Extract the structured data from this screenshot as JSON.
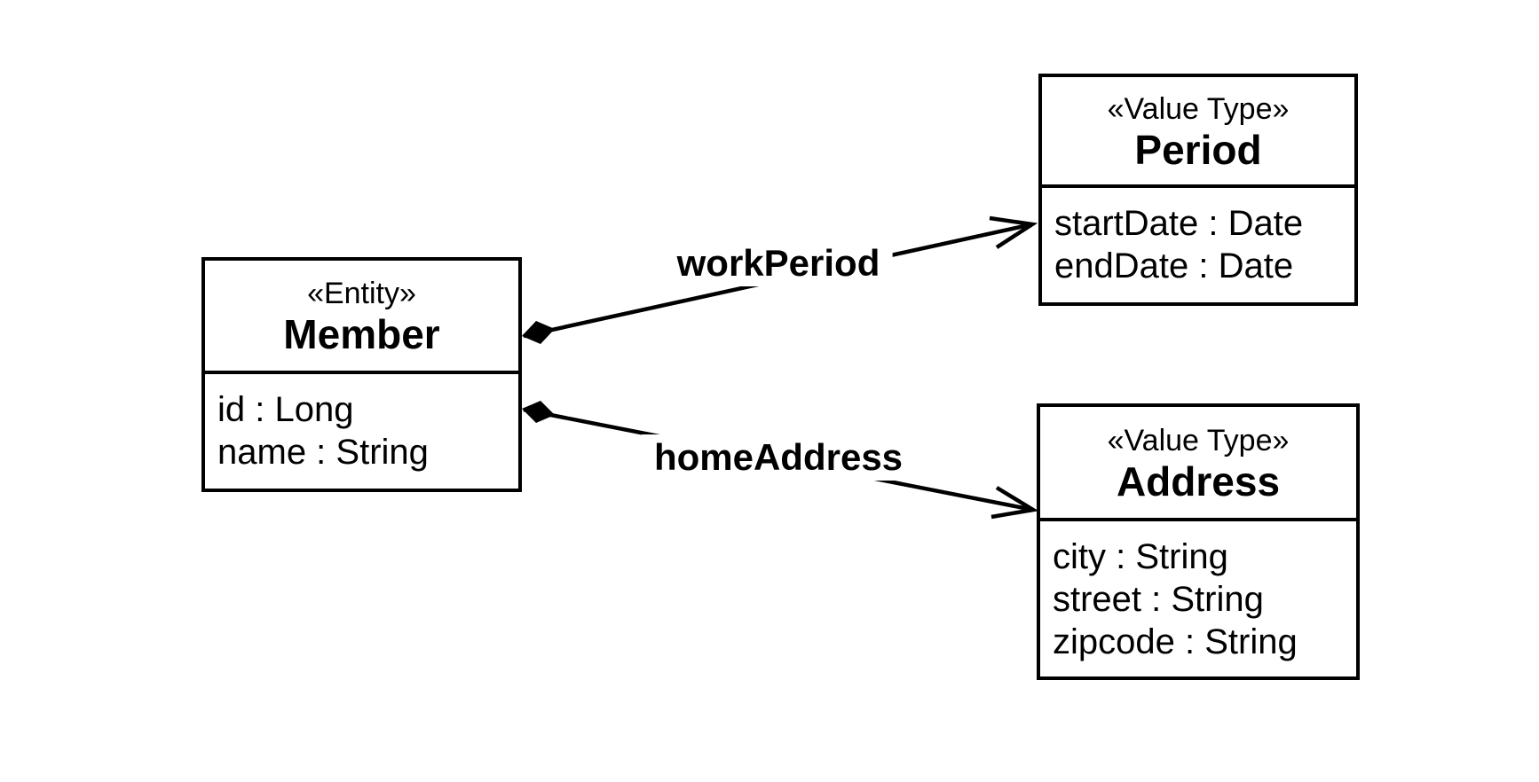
{
  "diagram": {
    "type": "uml-class-diagram",
    "colors": {
      "line": "#000000",
      "background": "#ffffff",
      "text": "#000000"
    },
    "classes": [
      {
        "id": "member",
        "stereotype": "«Entity»",
        "name": "Member",
        "attributes": [
          "id : Long",
          "name : String"
        ]
      },
      {
        "id": "period",
        "stereotype": "«Value Type»",
        "name": "Period",
        "attributes": [
          "startDate : Date",
          "endDate : Date"
        ]
      },
      {
        "id": "address",
        "stereotype": "«Value Type»",
        "name": "Address",
        "attributes": [
          "city : String",
          "street : String",
          "zipcode : String"
        ]
      }
    ],
    "associations": [
      {
        "label": "workPeriod",
        "from": "Member",
        "to": "Period",
        "kind": "composition",
        "arrow": "open"
      },
      {
        "label": "homeAddress",
        "from": "Member",
        "to": "Address",
        "kind": "composition",
        "arrow": "open"
      }
    ]
  }
}
